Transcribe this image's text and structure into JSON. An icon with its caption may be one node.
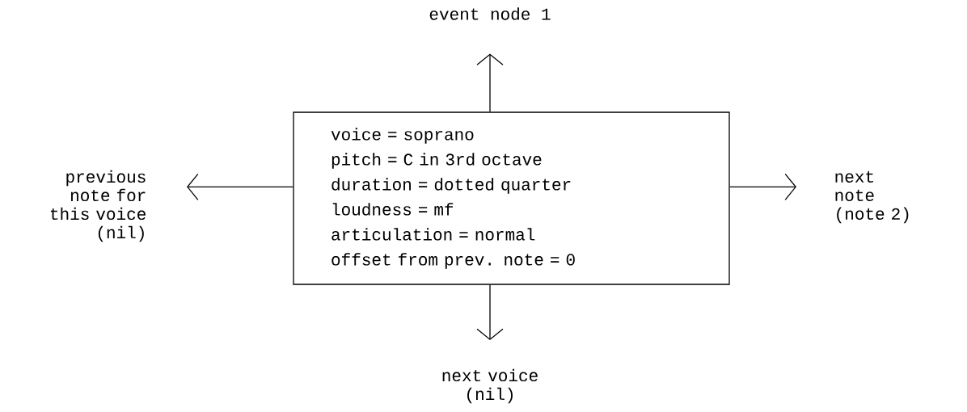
{
  "diagram": {
    "nodes": [
      {
        "text": [
          "voice = soprano",
          "pitch = C in 3rd octave",
          "duration = dotted quarter",
          "loudness = mf",
          "articulation = normal",
          "offset from prev. note = 0"
        ]
      },
      {
        "text": [
          "event node 1"
        ]
      },
      {
        "text": [
          "previous note for this voice (nil)"
        ]
      },
      {
        "text": [
          "next note (note 2)"
        ]
      },
      {
        "text": [
          "next voice (nil)"
        ]
      }
    ],
    "edges": [
      {
        "from": 0,
        "to": 1,
        "arrow": "to"
      },
      {
        "from": 0,
        "to": 2,
        "arrow": "to"
      },
      {
        "from": 0,
        "to": 3,
        "arrow": "to"
      },
      {
        "from": 0,
        "to": 4,
        "arrow": "to"
      }
    ]
  }
}
